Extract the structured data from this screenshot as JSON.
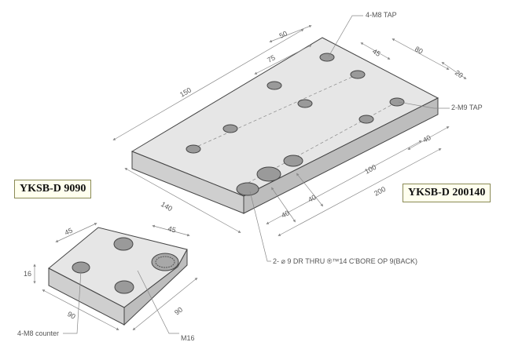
{
  "labels": {
    "small_plate": "YKSB-D 9090",
    "large_plate": "YKSB-D 200140"
  },
  "large_plate": {
    "callouts": {
      "tap_top": "4-M8 TAP",
      "tap_side": "2-M9 TAP",
      "bore": "2- ⌀ 9 DR THRU ®™14 C'BORE OP 9(BACK)"
    },
    "dims": {
      "d150": "150",
      "d50": "50",
      "d75": "75",
      "d45": "45",
      "d80": "80",
      "d20": "20",
      "d40_right": "40",
      "d100": "100",
      "d200": "200",
      "d140": "140",
      "d40_a": "40",
      "d40_b": "40"
    }
  },
  "small_plate": {
    "callouts": {
      "counter": "4-M8 counter",
      "m16": "M16"
    },
    "dims": {
      "d45_left": "45",
      "d45_right": "45",
      "d16": "16",
      "d90_left": "90",
      "d90_right": "90"
    }
  },
  "colors": {
    "top_face": "#e6e6e6",
    "side_face": "#c6c6c6",
    "hole": "#9a9a9a",
    "tag_bg": "#ffffee",
    "tag_border": "#8a8a55"
  }
}
